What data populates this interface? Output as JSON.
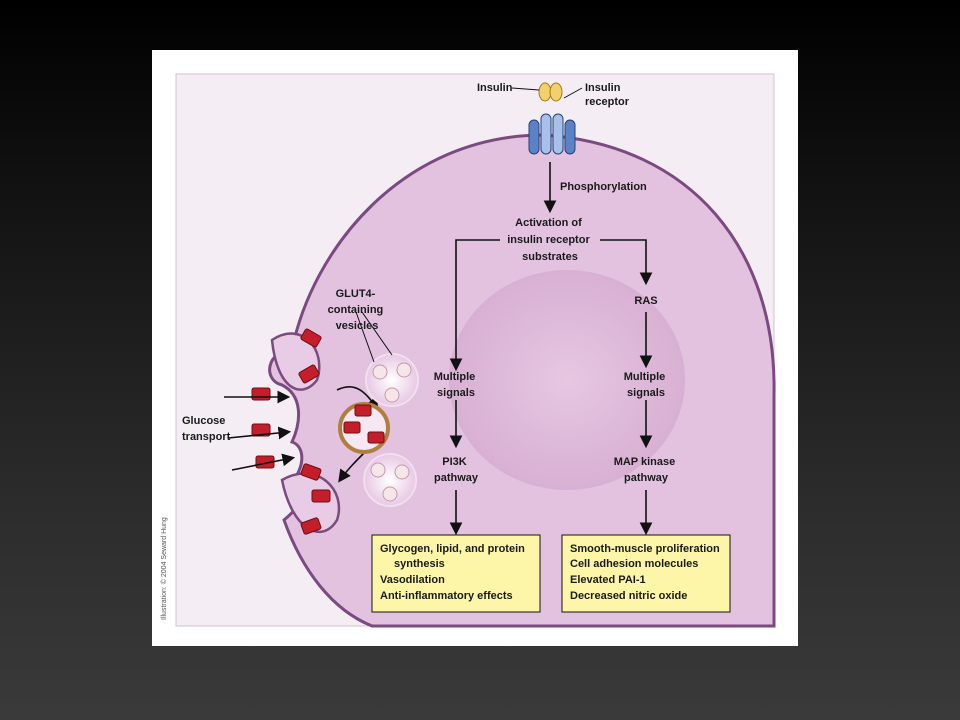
{
  "labels": {
    "insulin": "Insulin",
    "insulin_receptor": [
      "Insulin",
      "receptor"
    ],
    "phosphorylation": "Phosphorylation",
    "activation": [
      "Activation of",
      "insulin receptor",
      "substrates"
    ],
    "ras": "RAS",
    "multiple_signals_left": [
      "Multiple",
      "signals"
    ],
    "multiple_signals_right": [
      "Multiple",
      "signals"
    ],
    "pi3k": [
      "PI3K",
      "pathway"
    ],
    "map_kinase": [
      "MAP kinase",
      "pathway"
    ],
    "glut4": [
      "GLUT4-",
      "containing",
      "vesicles"
    ],
    "glucose_transport": [
      "Glucose",
      "transport"
    ],
    "credit": "Illustration: © 2004 Seward Hung"
  },
  "effects_left": [
    "Glycogen, lipid, and protein",
    "synthesis",
    "Vasodilation",
    "Anti-inflammatory effects"
  ],
  "effects_right": [
    "Smooth-muscle proliferation",
    "Cell adhesion molecules",
    "Elevated PAI-1",
    "Decreased nitric oxide"
  ],
  "colors": {
    "panel_bg": "#f4eef4",
    "cell_fill": "#e2c2df",
    "membrane": "#7a4a80",
    "nucleus": "#dbb4d6",
    "effect_box": "#fdf5a8",
    "transporter": "#c41e2a",
    "receptor": "#5b82c6",
    "insulin": "#f3d06a"
  }
}
